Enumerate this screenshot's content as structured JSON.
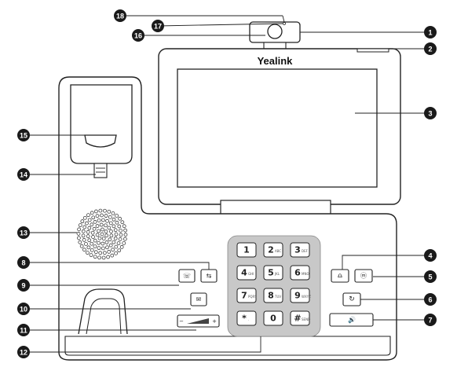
{
  "brand": "Yealink",
  "callouts": [
    "1",
    "2",
    "3",
    "4",
    "5",
    "6",
    "7",
    "8",
    "9",
    "10",
    "11",
    "12",
    "13",
    "14",
    "15",
    "16",
    "17",
    "18"
  ],
  "keypad": [
    {
      "main": "1",
      "sub": ""
    },
    {
      "main": "2",
      "sub": "ABC"
    },
    {
      "main": "3",
      "sub": "DEF"
    },
    {
      "main": "4",
      "sub": "GHI"
    },
    {
      "main": "5",
      "sub": "JKL"
    },
    {
      "main": "6",
      "sub": "MNO"
    },
    {
      "main": "7",
      "sub": "PQRS"
    },
    {
      "main": "8",
      "sub": "TUV"
    },
    {
      "main": "9",
      "sub": "WXYZ"
    },
    {
      "main": "*",
      "sub": "."
    },
    {
      "main": "0",
      "sub": ""
    },
    {
      "main": "#",
      "sub": "SEND"
    }
  ],
  "volume": {
    "minus": "−",
    "plus": "+"
  },
  "icons": {
    "headset": "headset-icon",
    "mute": "mute-icon",
    "redial": "redial-icon",
    "speaker": "speaker-icon",
    "transfer": "transfer-icon",
    "hold": "hold-icon",
    "message": "message-icon",
    "volume": "volume-bar-icon"
  },
  "colors": {
    "callout": "#1a1a1a",
    "line": "#222222",
    "keypad_bg": "#c8c8c8"
  }
}
